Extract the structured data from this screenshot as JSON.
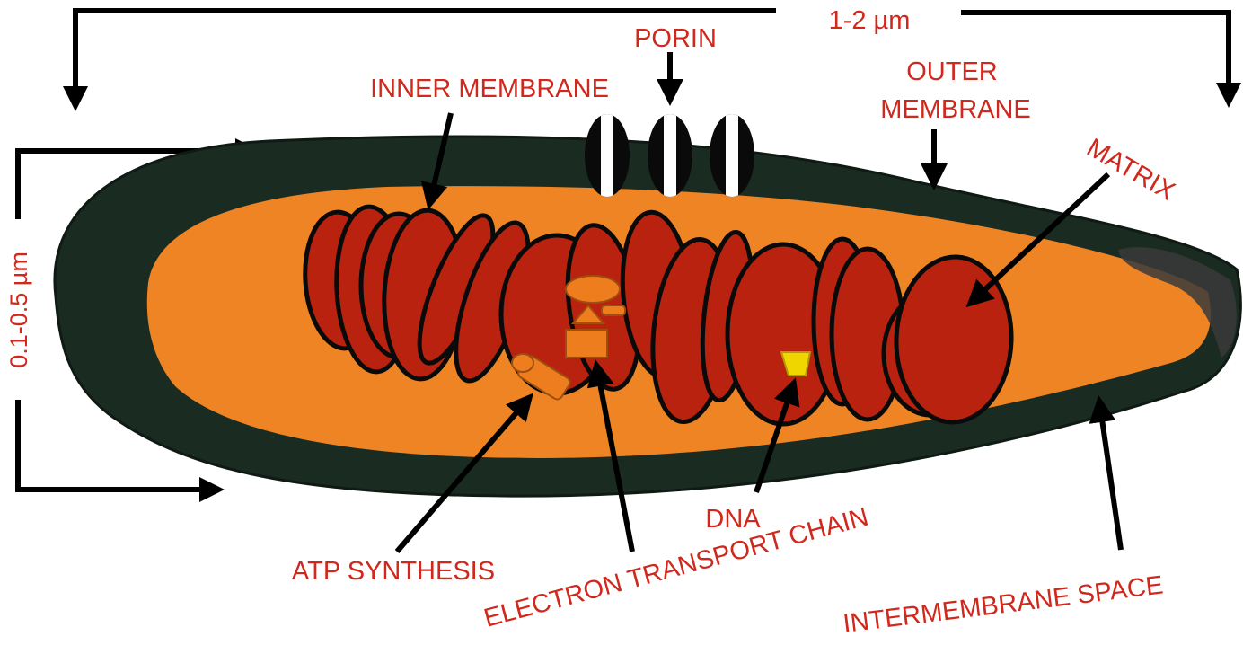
{
  "labels": {
    "length_scale": "1-2 µm",
    "width_scale": "0.1-0.5 µm",
    "porin": "PORIN",
    "inner_membrane": "INNER MEMBRANE",
    "outer_membrane_line1": "OUTER",
    "outer_membrane_line2": "MEMBRANE",
    "matrix": "MATRIX",
    "dna": "DNA",
    "electron_transport_chain": "ELECTRON TRANSPORT CHAIN",
    "atp_synthesis": "ATP SYNTHESIS",
    "intermembrane_space": "INTERMEMBRANE SPACE"
  },
  "colors": {
    "label_text": "#d0281c",
    "outer_membrane": "#1a2b22",
    "intermembrane_space": "#ee8424",
    "cristae_fill": "#b8220f",
    "crista_outline": "#0a0a0a",
    "dna_fill": "#f0d600",
    "protein_fill": "#ee7d1e",
    "porin_stripe": "#ffffff"
  }
}
